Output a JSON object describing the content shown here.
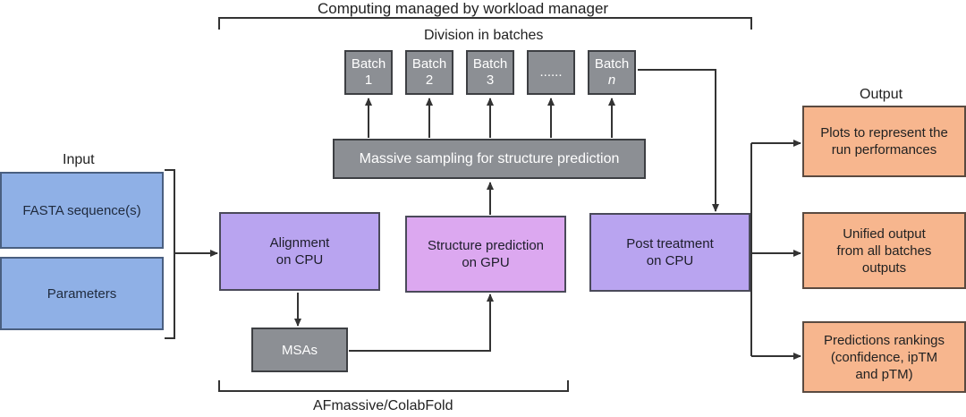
{
  "labels": {
    "top": "Computing managed by workload manager",
    "division": "Division in batches",
    "input": "Input",
    "output": "Output",
    "bottom": "AFmassive/ColabFold"
  },
  "batches": [
    {
      "line1": "Batch",
      "line2": "1",
      "italic": false
    },
    {
      "line1": "Batch",
      "line2": "2",
      "italic": false
    },
    {
      "line1": "Batch",
      "line2": "3",
      "italic": false
    },
    {
      "line1": "......",
      "line2": "",
      "italic": false
    },
    {
      "line1": "Batch",
      "line2": "n",
      "italic": true
    }
  ],
  "nodes": {
    "sampling": "Massive sampling for structure prediction",
    "fasta": "FASTA sequence(s)",
    "parameters": "Parameters",
    "alignment_l1": "Alignment",
    "alignment_l2": "on CPU",
    "structure_l1": "Structure prediction",
    "structure_l2": "on GPU",
    "msas": "MSAs",
    "post_l1": "Post treatment",
    "post_l2": "on CPU"
  },
  "outputs": [
    {
      "l1": "Plots to represent the",
      "l2": "run performances",
      "l3": ""
    },
    {
      "l1": "Unified output",
      "l2": "from all batches",
      "l3": "outputs"
    },
    {
      "l1": "Predictions rankings",
      "l2": "(confidence, ipTM",
      "l3": "and pTM)"
    }
  ],
  "colors": {
    "input_fill": "#8fb0e6",
    "cpu_fill": "#b9a4f0",
    "gpu_fill": "#dca8f0",
    "batch_fill": "#8c8f94",
    "output_fill": "#f7b68e",
    "line": "#333333"
  }
}
